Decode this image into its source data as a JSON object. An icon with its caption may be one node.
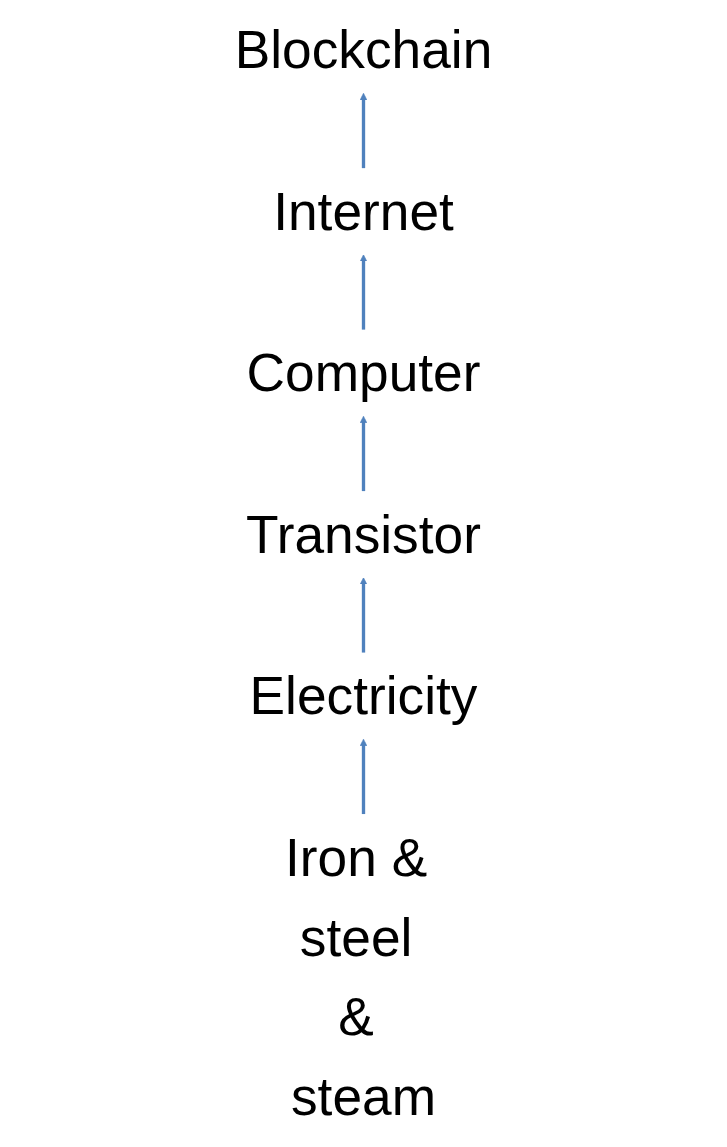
{
  "diagram": {
    "nodes": [
      {
        "text": [
          "Blockchain"
        ]
      },
      {
        "text": [
          "Internet"
        ]
      },
      {
        "text": [
          "Computer"
        ]
      },
      {
        "text": [
          "Transistor"
        ]
      },
      {
        "text": [
          "Electricity"
        ]
      },
      {
        "text": [
          "Iron & steel & steam"
        ]
      }
    ],
    "edges": [
      {
        "from": 1,
        "to": 0,
        "arrow": "to"
      },
      {
        "from": 2,
        "to": 1,
        "arrow": "to"
      },
      {
        "from": 3,
        "to": 2,
        "arrow": "to"
      },
      {
        "from": 4,
        "to": 3,
        "arrow": "to"
      },
      {
        "from": 5,
        "to": 4,
        "arrow": "to"
      }
    ]
  }
}
